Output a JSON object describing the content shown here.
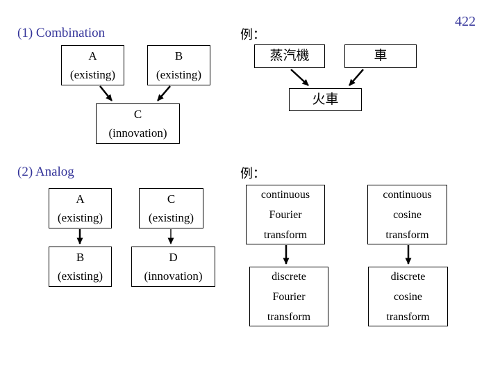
{
  "page": {
    "number": "422",
    "accent_color": "#333399",
    "background_color": "#ffffff",
    "box_border_color": "#000000"
  },
  "combination": {
    "heading": "(1) Combination",
    "boxes": {
      "a": "A\n(existing)",
      "b": "B\n(existing)",
      "c": "C\n(innovation)"
    },
    "example": {
      "label": "例：",
      "boxes": {
        "steam_engine": "蒸汽機",
        "vehicle": "車",
        "train": "火車"
      }
    }
  },
  "analog": {
    "heading": "(2) Analog",
    "boxes": {
      "a": "A\n(existing)",
      "c": "C\n(existing)",
      "b": "B\n(existing)",
      "d": "D\n(innovation)"
    },
    "example": {
      "label": "例：",
      "boxes": {
        "continuous_fourier": "continuous\nFourier\ntransform",
        "continuous_cosine": "continuous\ncosine\ntransform",
        "discrete_fourier": "discrete\nFourier\ntransform",
        "discrete_cosine": "discrete\ncosine\ntransform"
      }
    }
  }
}
